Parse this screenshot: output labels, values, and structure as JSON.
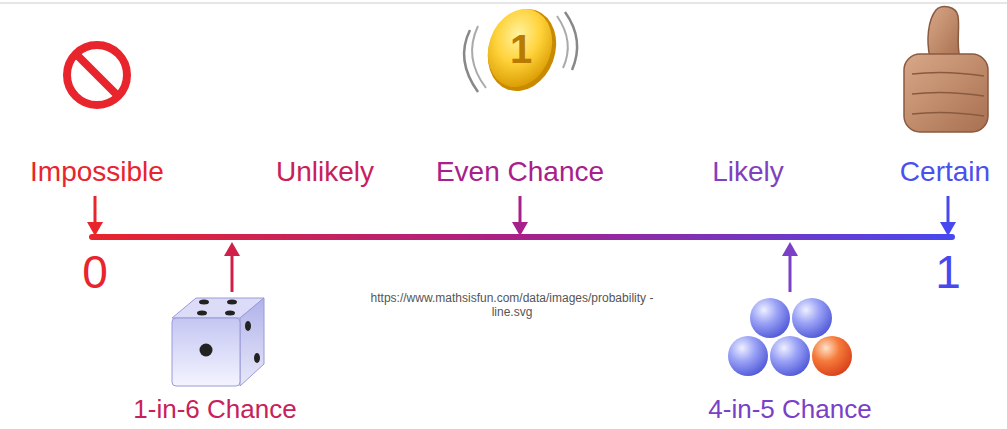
{
  "diagram": {
    "labels": [
      "1",
      "Impossible",
      "Unlikely",
      "Even Chance",
      "Likely",
      "Certain",
      "0",
      "1",
      "https://www.mathsisfun.com/data/images/probability -line.svg",
      "1-in-6 Chance",
      "4-in-5 Chance"
    ]
  }
}
